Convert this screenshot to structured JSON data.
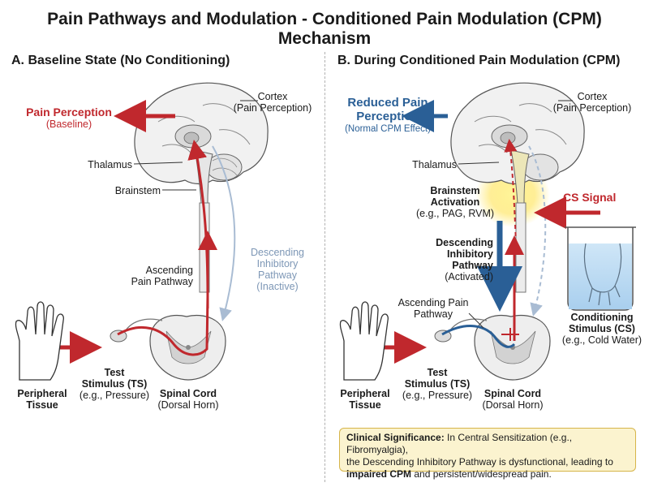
{
  "title": "Pain Pathways and Modulation - Conditioned Pain Modulation (CPM) Mechanism",
  "panel_a": {
    "heading": "A. Baseline State (No Conditioning)",
    "cortex": "Cortex",
    "cortex_sub": "(Pain Perception)",
    "perception": "Pain Perception",
    "perception_sub": "(Baseline)",
    "thalamus": "Thalamus",
    "brainstem": "Brainstem",
    "descending_1": "Descending",
    "descending_2": "Inhibitory",
    "descending_3": "Pathway",
    "descending_4": "(Inactive)",
    "ascending_1": "Ascending",
    "ascending_2": "Pain Pathway",
    "peripheral_1": "Peripheral",
    "peripheral_2": "Tissue",
    "test_1": "Test",
    "test_2": "Stimulus (TS)",
    "test_3": "(e.g., Pressure)",
    "spinal_1": "Spinal Cord",
    "spinal_2": "(Dorsal Horn)"
  },
  "panel_b": {
    "heading": "B. During Conditioned Pain Modulation (CPM)",
    "reduced_1": "Reduced Pain",
    "reduced_2": "Perception",
    "reduced_sub": "(Normal CPM Effect)",
    "cortex": "Cortex",
    "cortex_sub": "(Pain Perception)",
    "thalamus": "Thalamus",
    "brainstem_1": "Brainstem",
    "brainstem_2": "Activation",
    "brainstem_3": "(e.g., PAG, RVM)",
    "cs_signal": "CS Signal",
    "descending_1": "Descending",
    "descending_2": "Inhibitory",
    "descending_3": "Pathway",
    "descending_4": "(Activated)",
    "ascending_1": "Ascending Pain",
    "ascending_2": "Pathway",
    "conditioning_1": "Conditioning",
    "conditioning_2": "Stimulus (CS)",
    "conditioning_3": "(e.g., Cold Water)",
    "peripheral_1": "Peripheral",
    "peripheral_2": "Tissue",
    "test_1": "Test",
    "test_2": "Stimulus (TS)",
    "test_3": "(e.g., Pressure)",
    "spinal_1": "Spinal Cord",
    "spinal_2": "(Dorsal Horn)"
  },
  "clinical": {
    "label": "Clinical Significance:",
    "text_1": " In Central Sensitization (e.g., Fibromyalgia),",
    "text_2": "the Descending Inhibitory Pathway is dysfunctional, leading to",
    "emph": "impaired CPM",
    "text_3": " and persistent/widespread pain."
  },
  "colors": {
    "pain_red": "#c0282d",
    "inhibit_blue": "#2a5f96",
    "inactive_blue": "#9fb3cc",
    "highlight_yellow": "#fff27a",
    "note_bg": "#fbf3cf"
  }
}
